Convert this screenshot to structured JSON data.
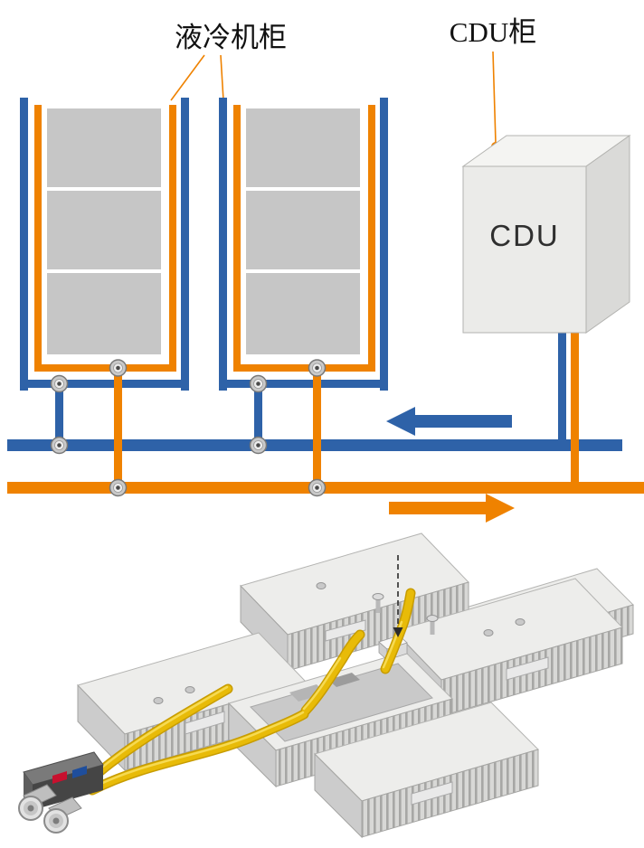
{
  "schematic": {
    "labels": {
      "liquid_cooling_cabinet": "液冷机柜",
      "cdu_cabinet": "CDU柜",
      "cdu_unit": "CDU"
    },
    "colors": {
      "supply_orange": "#ef8200",
      "return_blue": "#2e62a8",
      "panel_gray": "#c6c6c6",
      "hose_yellow": "#e8bb08"
    },
    "flow_arrows": {
      "blue_arrow_direction": "left",
      "orange_arrow_direction": "right"
    }
  }
}
